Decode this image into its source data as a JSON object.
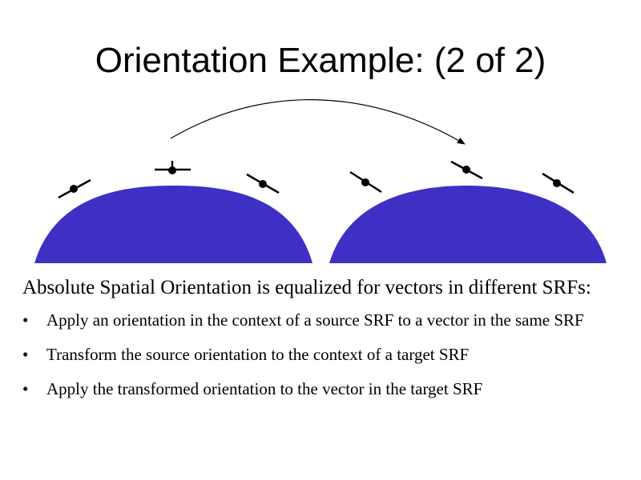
{
  "slide": {
    "title": "Orientation Example: (2 of 2)",
    "lead_text": "Absolute Spatial Orientation is equalized for vectors in different SRFs:",
    "bullet_glyph": "•",
    "bullets": [
      "Apply an orientation in the context of a source SRF to a vector in the same SRF",
      "Transform the source orientation to the context of a target SRF",
      "Apply the transformed orientation to the vector in the target SRF"
    ]
  },
  "colors": {
    "earth_fill": "#3f30c5",
    "ink": "#000000",
    "background": "#ffffff"
  }
}
